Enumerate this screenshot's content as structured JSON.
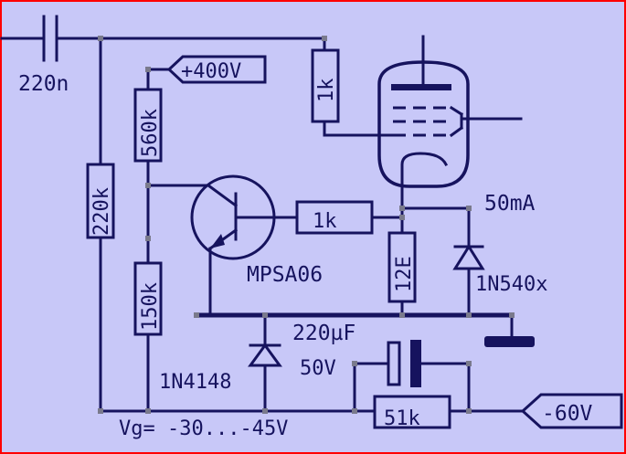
{
  "colors": {
    "background": "#c8c8f8",
    "border": "#ff0000",
    "ink": "#16135e",
    "junction": "#7a7a8c"
  },
  "labels": {
    "c_input": "220n",
    "supply_pos": "+400V",
    "r_plate": "1k",
    "r_top": "560k",
    "r_grid": "220k",
    "r_bottom": "150k",
    "r_base": "1k",
    "r_cathode": "12E",
    "current": "50mA",
    "diode_zener": "1N540x",
    "transistor": "MPSA06",
    "cap_value": "220µF",
    "cap_voltage": "50V",
    "diode_small": "1N4148",
    "r_series": "51k",
    "supply_neg": "-60V",
    "bias_range": "Vg= -30...-45V"
  }
}
